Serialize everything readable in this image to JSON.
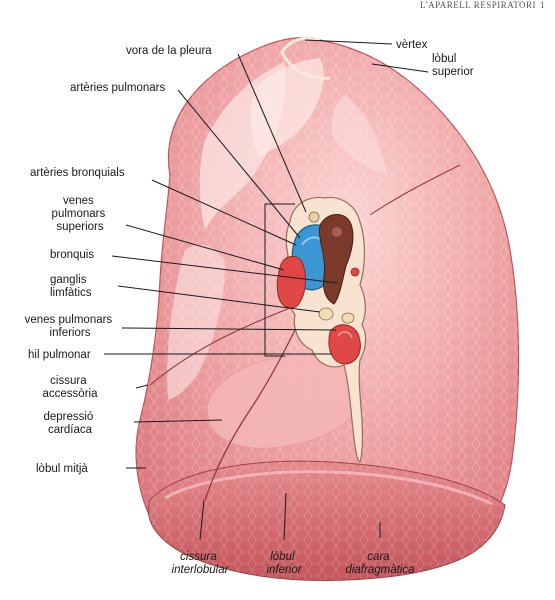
{
  "header": {
    "running_title": "L'APARELL RESPIRATORI",
    "page_number": "1"
  },
  "labels": {
    "vertex": "vèrtex",
    "lobul_superior": [
      "lòbul",
      "superior"
    ],
    "vora_pleura": "vora de la pleura",
    "arteries_pulmonars": "artèries pulmonars",
    "arteries_bronquials": "artèries bronquials",
    "venes_superiors": [
      "venes",
      "pulmonars",
      "superiors"
    ],
    "bronquis": "bronquis",
    "ganglis": [
      "ganglis",
      "limfàtics"
    ],
    "venes_inferiors": [
      "venes pulmonars",
      "inferiors"
    ],
    "hil": "hil pulmonar",
    "cissura_accessoria": [
      "cissura",
      "accessòria"
    ],
    "depressio": [
      "depressió",
      "cardíaca"
    ],
    "lobul_mitja": "lòbul mitjà",
    "cissura_interlobular": [
      "cissura",
      "interlobular"
    ],
    "lobul_inferior": [
      "lòbul",
      "inferior"
    ],
    "cara_diafragmatica": [
      "cara",
      "diafragmàtica"
    ]
  },
  "colors": {
    "lung": "#e88f94",
    "lung_light": "#f6c4c4",
    "lung_dark": "#c9575f",
    "pleura_edge": "#f7e3cf",
    "artery_blue": "#3b97d4",
    "artery_dark": "#1a5f93",
    "vein_red": "#e04848",
    "bronchus": "#7a3a2c",
    "node": "#f1dcb4"
  }
}
